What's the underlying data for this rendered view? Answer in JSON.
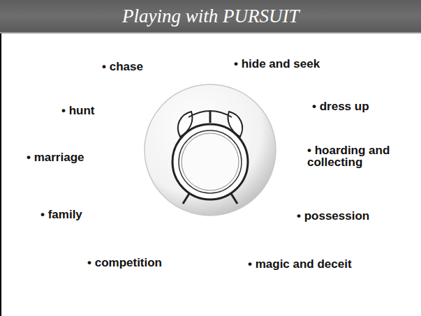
{
  "diagram": {
    "title": "Playing with PURSUIT",
    "labels": [
      "• chase",
      "• hide and seek",
      "• hunt",
      "• dress up",
      "• marriage",
      "• hoarding and collecting",
      "• family",
      "• possession",
      "• competition",
      "• magic and deceit"
    ]
  }
}
